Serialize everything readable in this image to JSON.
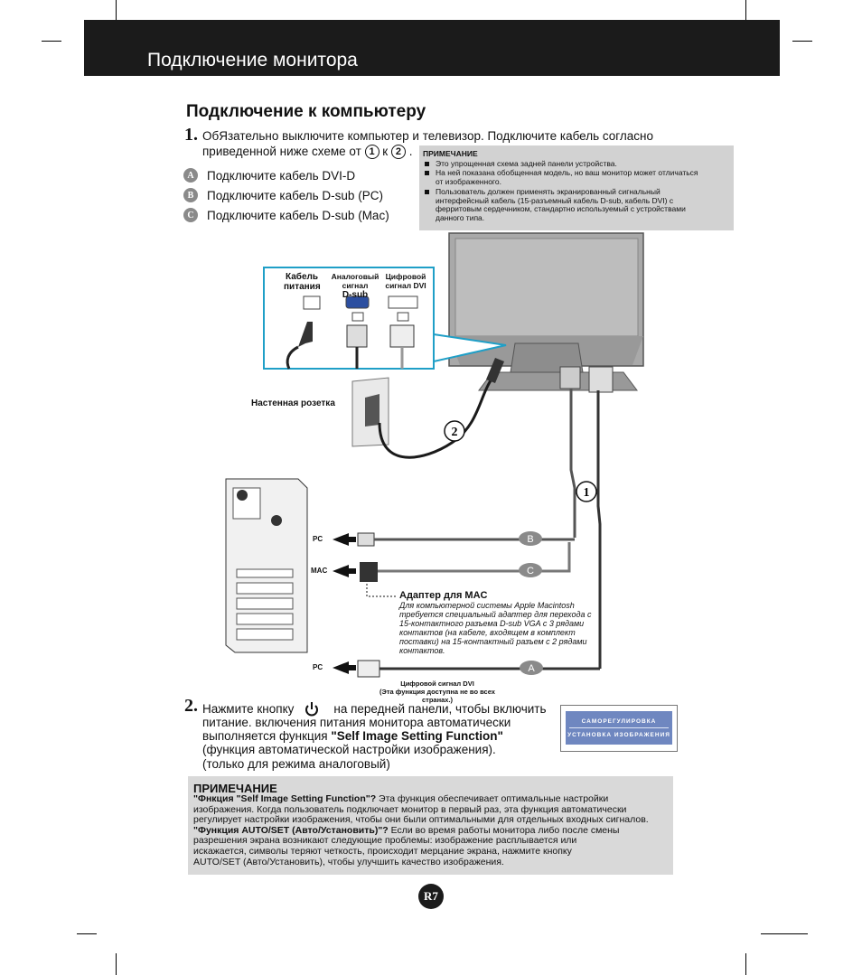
{
  "header": {
    "title": "Подключение монитора"
  },
  "section": {
    "title": "Подключение к компьютеру"
  },
  "step1": {
    "number": "1.",
    "line1": "ОбЯзательно выключите компьютер и телевизор. Подключите кабель согласно",
    "line2_before": "приведенной ниже схеме от",
    "mark1": "1",
    "connector": "к",
    "mark2": "2",
    "line2_after": "."
  },
  "options": [
    {
      "badge": "A",
      "label": "Подключите кабель DVI-D"
    },
    {
      "badge": "B",
      "label": "Подключите кабель D-sub (PC)"
    },
    {
      "badge": "C",
      "label": "Подключите кабель D-sub (Mac)"
    }
  ],
  "note_top": {
    "title": "ПРИМЕЧАНИЕ",
    "item1": "Это упрощенная схема задней панели устройства.",
    "item2_l1": "На ней показана обобщенная модель, но ваш монитор может отличаться",
    "item2_l2": "от изображенного.",
    "item3_l1": "Пользователь должен применять экранированный сигнальный",
    "item3_l2": "интерфейсный кабель (15-разъемный кабель D-sub, кабель DVI) с",
    "item3_l3": "ферритовым сердечником, стандартно используемый с устройствами",
    "item3_l4": "данного типа."
  },
  "diagram": {
    "power_cable_l1": "Кабель",
    "power_cable_l2": "питания",
    "analog_l1": "Аналоговый сигнал",
    "analog_l2": "D-sub",
    "digital_l1": "Цифровой",
    "digital_l2": "сигнал DVI",
    "wall_outlet": "Настенная розетка",
    "mark1": "1",
    "mark2": "2",
    "pc1": "PC",
    "mac": "MAC",
    "pc2": "PC",
    "badge_a": "A",
    "badge_b": "B",
    "badge_c": "C",
    "mac_adapter_title": "Адаптер для MAC",
    "mac_adapter_l1": "Для компьютерной системы Apple Macintosh",
    "mac_adapter_l2": "требуется специальный адаптер для перехода с",
    "mac_adapter_l3": "15-контактного разъема D-sub VGA с 3 рядами",
    "mac_adapter_l4": "контактов (на кабеле, входящем в комплект",
    "mac_adapter_l5": "поставки) на 15-контактный разъем с 2 рядами",
    "mac_adapter_l6": "контактов.",
    "dvi_note_l1": "Цифровой сигнал DVI",
    "dvi_note_l2": "(Эта функция доступна не во всех странах.)"
  },
  "step2": {
    "number": "2.",
    "line1_before": "Нажмите кнопку",
    "line1_after": "на передней панели, чтобы включить",
    "line2": "питание. включения питания монитора автоматически",
    "line3_before": "выполняется функция",
    "line3_bold": "\"Self Image Setting Function\"",
    "line4": "(функция автоматической настройки изображения).",
    "line5": "(только для режима аналоговый)"
  },
  "osd": {
    "line1": "САМОРЕГУЛИРОВКА",
    "line2": "УСТАНОВКА ИЗОБРАЖЕНИЯ"
  },
  "note_bottom": {
    "title": "ПРИМЕЧАНИЕ",
    "l1_bold": "\"Фнкция \"Self Image Setting Function\"?",
    "l1_rest": " Эта функция обеспечивает оптимальные настройки",
    "l2": "изображения. Когда пользователь подключает монитор в первый раз, эта функция автоматически",
    "l3": "регулирует настройки изображения, чтобы они были оптимальными для отдельных входных сигналов.",
    "l4_bold": "\"Функция AUTO/SET (Авто/Установить)\"?",
    "l4_rest": " Если во время работы монитора либо после смены",
    "l5": "разрешения экрана возникают следующие проблемы: изображение расплывается или",
    "l6": "искажается, символы теряют четкость, происходит мерцание экрана, нажмите кнопку",
    "l7": "AUTO/SET (Авто/Установить), чтобы улучшить качество изображения."
  },
  "page_number": "R7"
}
